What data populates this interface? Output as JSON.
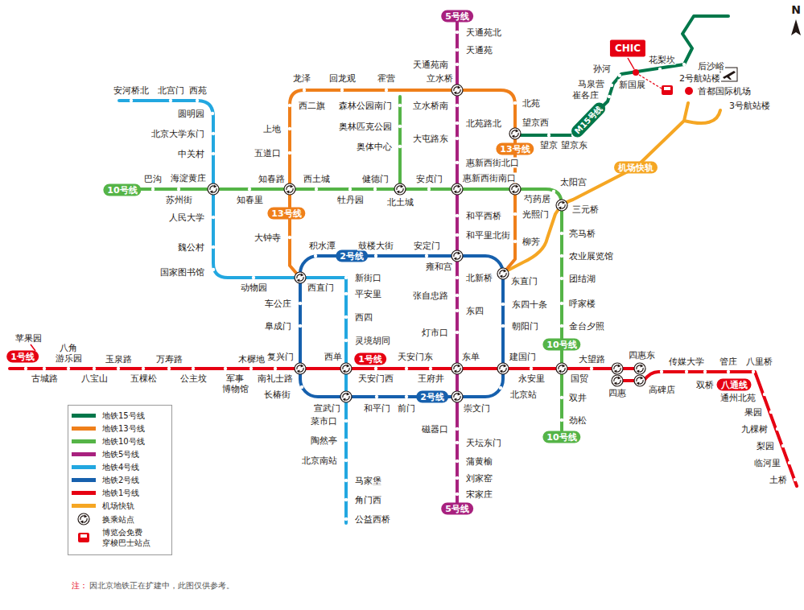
{
  "diagram": {
    "nodes": [
      {
        "text": [
          "5号线"
        ]
      },
      {
        "text": [
          "13号线"
        ]
      },
      {
        "text": [
          "10号线"
        ]
      },
      {
        "text": [
          "13号线"
        ]
      },
      {
        "text": [
          "2号线"
        ]
      },
      {
        "text": [
          "1号线"
        ]
      },
      {
        "text": [
          "1号线"
        ]
      },
      {
        "text": [
          "10号线"
        ]
      },
      {
        "text": [
          "2号线"
        ]
      },
      {
        "text": [
          "八通线"
        ]
      },
      {
        "text": [
          "10号线"
        ]
      },
      {
        "text": [
          "5号线"
        ]
      },
      {
        "text": [
          "机场快轨"
        ]
      },
      {
        "text": [
          "M15号线"
        ]
      },
      {
        "text": [
          "CHIC"
        ]
      }
    ],
    "labels": [
      "天通苑北",
      "天通苑",
      "天通苑南",
      "立水桥",
      "立水桥南",
      "北苑路北",
      "大屯路东",
      "惠新西街北口",
      "惠新西街南口",
      "和平西桥",
      "和平里北街",
      "雍和宫",
      "北新桥",
      "张自忠路",
      "东四",
      "灯市口",
      "东单",
      "崇文门",
      "磁器口",
      "天坛东门",
      "蒲黄榆",
      "刘家窑",
      "宋家庄",
      "龙泽",
      "回龙观",
      "霍营",
      "西二旗",
      "上地",
      "五道口",
      "知春路",
      "大钟寺",
      "北苑",
      "望京西",
      "光熙门",
      "柳芳",
      "巴沟",
      "苏州街",
      "海淀黄庄",
      "知春里",
      "西土城",
      "牡丹园",
      "健德门",
      "北土城",
      "安贞门",
      "芍药居",
      "太阳宫",
      "三元桥",
      "亮马桥",
      "农业展览馆",
      "团结湖",
      "呼家楼",
      "金台夕照",
      "双井",
      "劲松",
      "森林公园南门",
      "奥林匹克公园",
      "奥体中心",
      "安河桥北",
      "北宫门",
      "西苑",
      "圆明园",
      "北京大学东门",
      "中关村",
      "人民大学",
      "魏公村",
      "国家图书馆",
      "动物园",
      "新街口",
      "平安里",
      "西四",
      "灵境胡同",
      "西单",
      "宣武门",
      "菜市口",
      "陶然亭",
      "北京南站",
      "马家堡",
      "角门西",
      "公益西桥",
      "积水潭",
      "鼓楼大街",
      "安定门",
      "西直门",
      "车公庄",
      "阜成门",
      "长椿街",
      "和平门",
      "前门",
      "北京站",
      "东直门",
      "东四十条",
      "朝阳门",
      "建国门",
      "苹果园",
      "八角 游乐园",
      "玉泉路",
      "万寿路",
      "木樨地",
      "复兴门",
      "天安门东",
      "大望路",
      "四惠东",
      "古城路",
      "八宝山",
      "五棵松",
      "公主坟",
      "军事 博物馆",
      "南礼士路",
      "天安门西",
      "王府井",
      "永安里",
      "国贸",
      "四惠",
      "传媒大学",
      "管庄",
      "八里桥",
      "高碑店",
      "双桥",
      "通州北苑",
      "果园",
      "九棵树",
      "梨园",
      "临河里",
      "土桥",
      "2号航站楼",
      "首都国际机场",
      "3号航站楼",
      "望京",
      "望京东",
      "崔各庄",
      "马泉营",
      "孙河",
      "新国展",
      "花梨坎",
      "后沙峪",
      "N",
      "注：",
      "因北京地铁正在扩建中，此图仅供参考。"
    ],
    "legend": [
      {
        "text": "地铁15号线",
        "color": "#00774a"
      },
      {
        "text": "地铁13号线",
        "color": "#ef7f1a"
      },
      {
        "text": "地铁10号线",
        "color": "#55b447"
      },
      {
        "text": "地铁5号线",
        "color": "#a8217e"
      },
      {
        "text": "地铁4号线",
        "color": "#22a7e0"
      },
      {
        "text": "地铁2号线",
        "color": "#1660ad"
      },
      {
        "text": "地铁1号线",
        "color": "#e60012"
      },
      {
        "text": "机场快轨",
        "color": "#f5a623"
      },
      {
        "text": "换乘站点"
      },
      {
        "text": "博览会免费 穿梭巴士站点"
      }
    ]
  }
}
